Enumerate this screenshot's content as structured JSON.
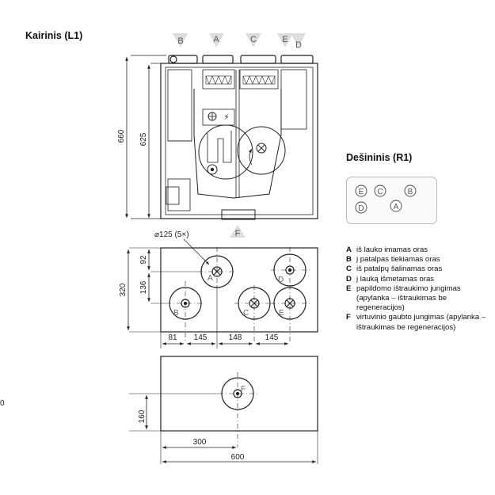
{
  "left_title": "Kairinis (L1)",
  "right_title": "Dešininis (R1)",
  "top_view": {
    "port_labels": [
      "B",
      "A",
      "C",
      "E",
      "D"
    ],
    "bottom_port_label": "F",
    "dim_height_outer": "660",
    "dim_height_inner": "625"
  },
  "front_view": {
    "diameter_note": "⌀125 (5×)",
    "dim_height": "320",
    "dim_top_offset": "92",
    "dim_mid_offset": "136",
    "dims_horizontal": [
      "81",
      "145",
      "148",
      "145"
    ],
    "port_letters": [
      "A",
      "D",
      "B",
      "C",
      "E"
    ]
  },
  "bottom_view": {
    "port_letter": "F",
    "dim_height": "160",
    "dim_half_width": "300",
    "dim_width": "600"
  },
  "r1_ports": [
    "E",
    "C",
    "B",
    "D",
    "A"
  ],
  "legend": [
    {
      "key": "A",
      "text": "iš lauko imamas oras"
    },
    {
      "key": "B",
      "text": "į patalpas tiekiamas oras"
    },
    {
      "key": "C",
      "text": "iš patalpų šalinamas oras"
    },
    {
      "key": "D",
      "text": "į lauką išmetamas oras"
    },
    {
      "key": "E",
      "text": "papildomo ištraukimo jungimas (apylanka – ištraukimas be regeneracijos)"
    },
    {
      "key": "F",
      "text": "virtuvinio gaubto jungimas (apylanka – ištraukimas be regeneracijos)"
    }
  ],
  "side_mark": "0"
}
